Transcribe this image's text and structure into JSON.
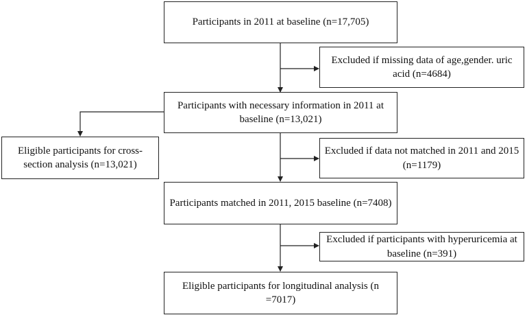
{
  "flowchart": {
    "baseline": "Participants in 2011 at baseline (n=17,705)",
    "excluded_missing": "Excluded if missing data of age,gender. uric acid (n=4684)",
    "necessary_info": "Participants with necessary information in 2011 at baseline (n=13,021)",
    "cross_section": "Eligible participants for cross-section analysis (n=13,021)",
    "excluded_not_matched": "Excluded if data not matched in 2011 and 2015 (n=1179)",
    "matched": "Participants matched in 2011, 2015 baseline (n=7408)",
    "excluded_hyperuricemia": "Excluded if participants with hyperuricemia at baseline (n=391)",
    "longitudinal": "Eligible participants for longitudinal analysis (n =7017)"
  },
  "colors": {
    "line": "#222222",
    "box_border": "#222222",
    "text": "#111111"
  }
}
